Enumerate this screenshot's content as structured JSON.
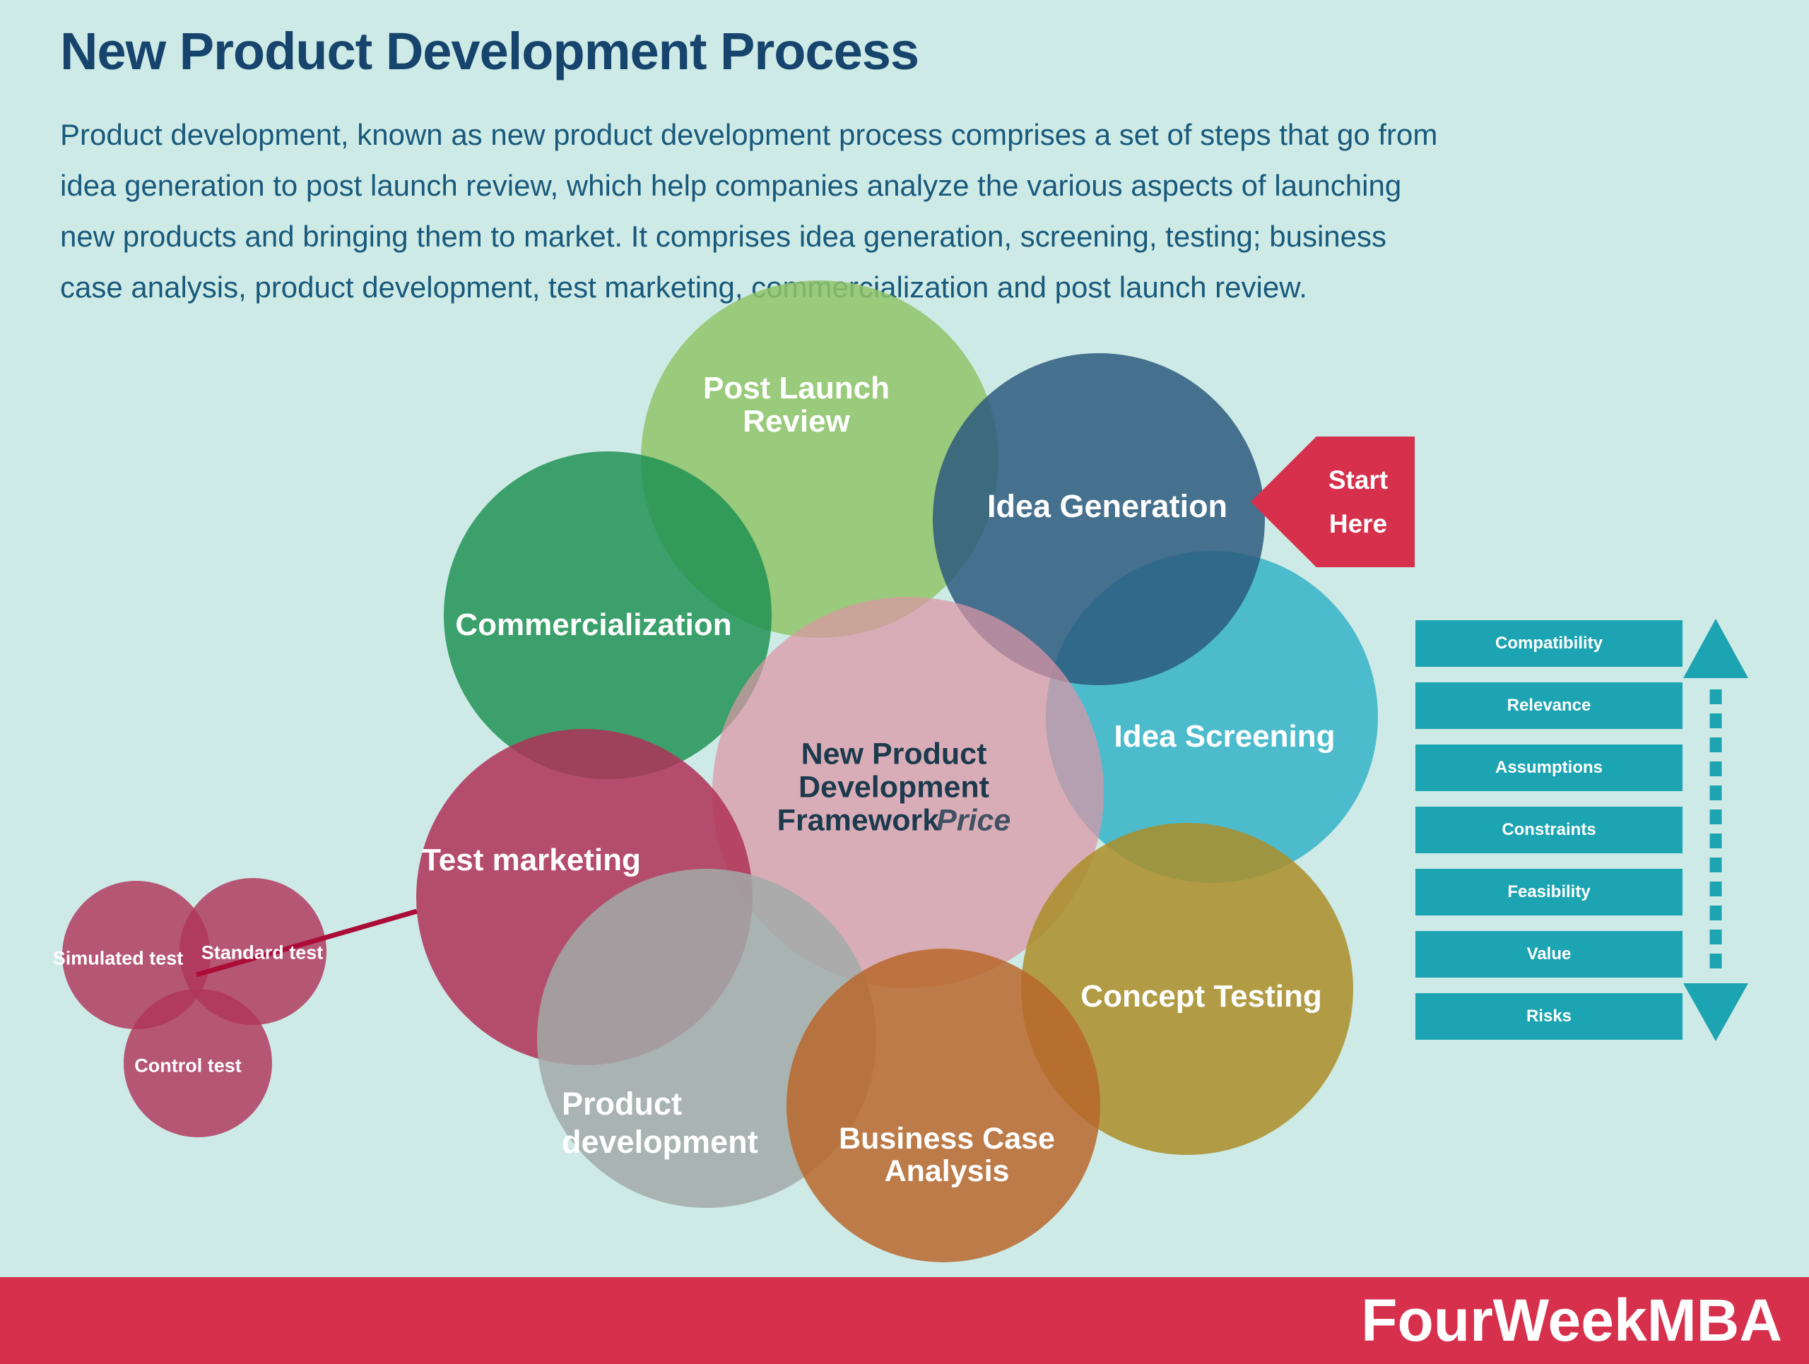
{
  "page": {
    "background": "#cdeae6"
  },
  "header": {
    "title": "New Product Development Process",
    "title_color": "#16446d",
    "description_color": "#19597b",
    "description_lines": [
      "Product development, known as new product development process comprises a set of steps that go from",
      "idea generation to post launch review, which help companies analyze the various aspects of launching",
      "new products and bringing them to market. It comprises idea generation, screening, testing; business",
      "case analysis, product development, test marketing, commercialization and post launch review."
    ]
  },
  "diagram": {
    "center": {
      "label_lines": [
        "New Product",
        "Development",
        "Framework"
      ],
      "watermark": "Price",
      "color": "#dd96a5",
      "text_color": "#1c3a4d"
    },
    "petals": [
      {
        "id": "idea-screening",
        "color": "#35b4c8",
        "label_lines": [
          "Idea Screening"
        ]
      },
      {
        "id": "post-launch-review",
        "color": "#91c469",
        "label_lines": [
          "Post Launch",
          "Review"
        ]
      },
      {
        "id": "idea-generation",
        "color": "#2d5b7e",
        "label_lines": [
          "Idea Generation"
        ]
      },
      {
        "id": "commercialization",
        "color": "#219355",
        "label_lines": [
          "Commercialization"
        ]
      },
      {
        "id": "test-marketing",
        "color": "#af3157",
        "label_lines": [
          "Test marketing"
        ]
      },
      {
        "id": "product-development",
        "color": "#a2aaa8",
        "label_lines": [
          "Product",
          "development"
        ]
      },
      {
        "id": "concept-testing",
        "color": "#ab8e28",
        "label_lines": [
          "Concept Testing"
        ]
      },
      {
        "id": "business-case-analysis",
        "color": "#b8672c",
        "label_lines": [
          "Business Case",
          "Analysis"
        ]
      }
    ],
    "start_arrow": {
      "line1": "Start",
      "line2": "Here",
      "color": "#d7304c"
    },
    "test_venn": {
      "labels": [
        "Simulated test",
        "Standard test",
        "Control test"
      ],
      "color": "#b0365b",
      "connector_color": "#ab0c38"
    }
  },
  "criteria_panel": {
    "bar_color": "#1da4b2",
    "items": [
      "Compatibility",
      "Relevance",
      "Assumptions",
      "Constraints",
      "Feasibility",
      "Value",
      "Risks"
    ]
  },
  "footer": {
    "brand": "FourWeekMBA",
    "background": "#d7304c"
  }
}
